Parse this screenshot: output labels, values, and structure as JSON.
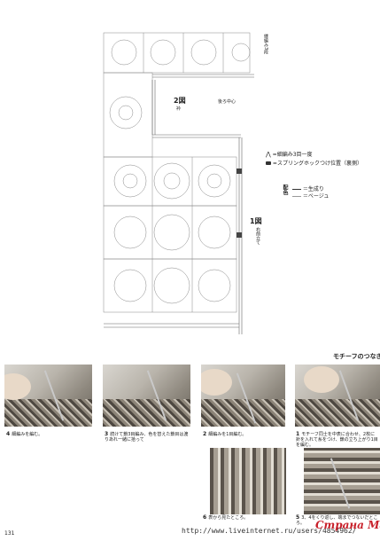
{
  "diagram": {
    "label_neck_top": "縁編み3段",
    "label_back_center": "後ろ中心",
    "label_fig2": "2図",
    "label_fig2_sub": "衿",
    "label_fig1": "1図",
    "label_fig1_sub": "右前立て"
  },
  "legend": {
    "item1": "=細編み3目一度",
    "item2": "=スプリングホックつけ位置（裏側）",
    "color_title": "配色",
    "color1": "＝生成り",
    "color2": "＝ベージュ"
  },
  "section_title": "モチーフのつなぎ方",
  "steps": [
    {
      "num": "4",
      "text": "細編みを編む。"
    },
    {
      "num": "3",
      "text": "続けて鎖3目編み、色を替えた鎖目は渡りあれ一緒に拾って"
    },
    {
      "num": "2",
      "text": "細編みを1目編む。"
    },
    {
      "num": "1",
      "text": "モチーフ同士を中表に合わせ、2枚に針を入れて糸をつけ、鎖の立ち上がり1目を編む。"
    }
  ],
  "steps_bottom": [
    {
      "num": "6",
      "text": "表から見たところ。"
    },
    {
      "num": "5",
      "text": "3、4をくり返し、端までつないだところ。"
    }
  ],
  "page_number": "131",
  "watermark_url": "http://www.liveinternet.ru/users/4854962/",
  "watermark_logo": "Страна Мам"
}
